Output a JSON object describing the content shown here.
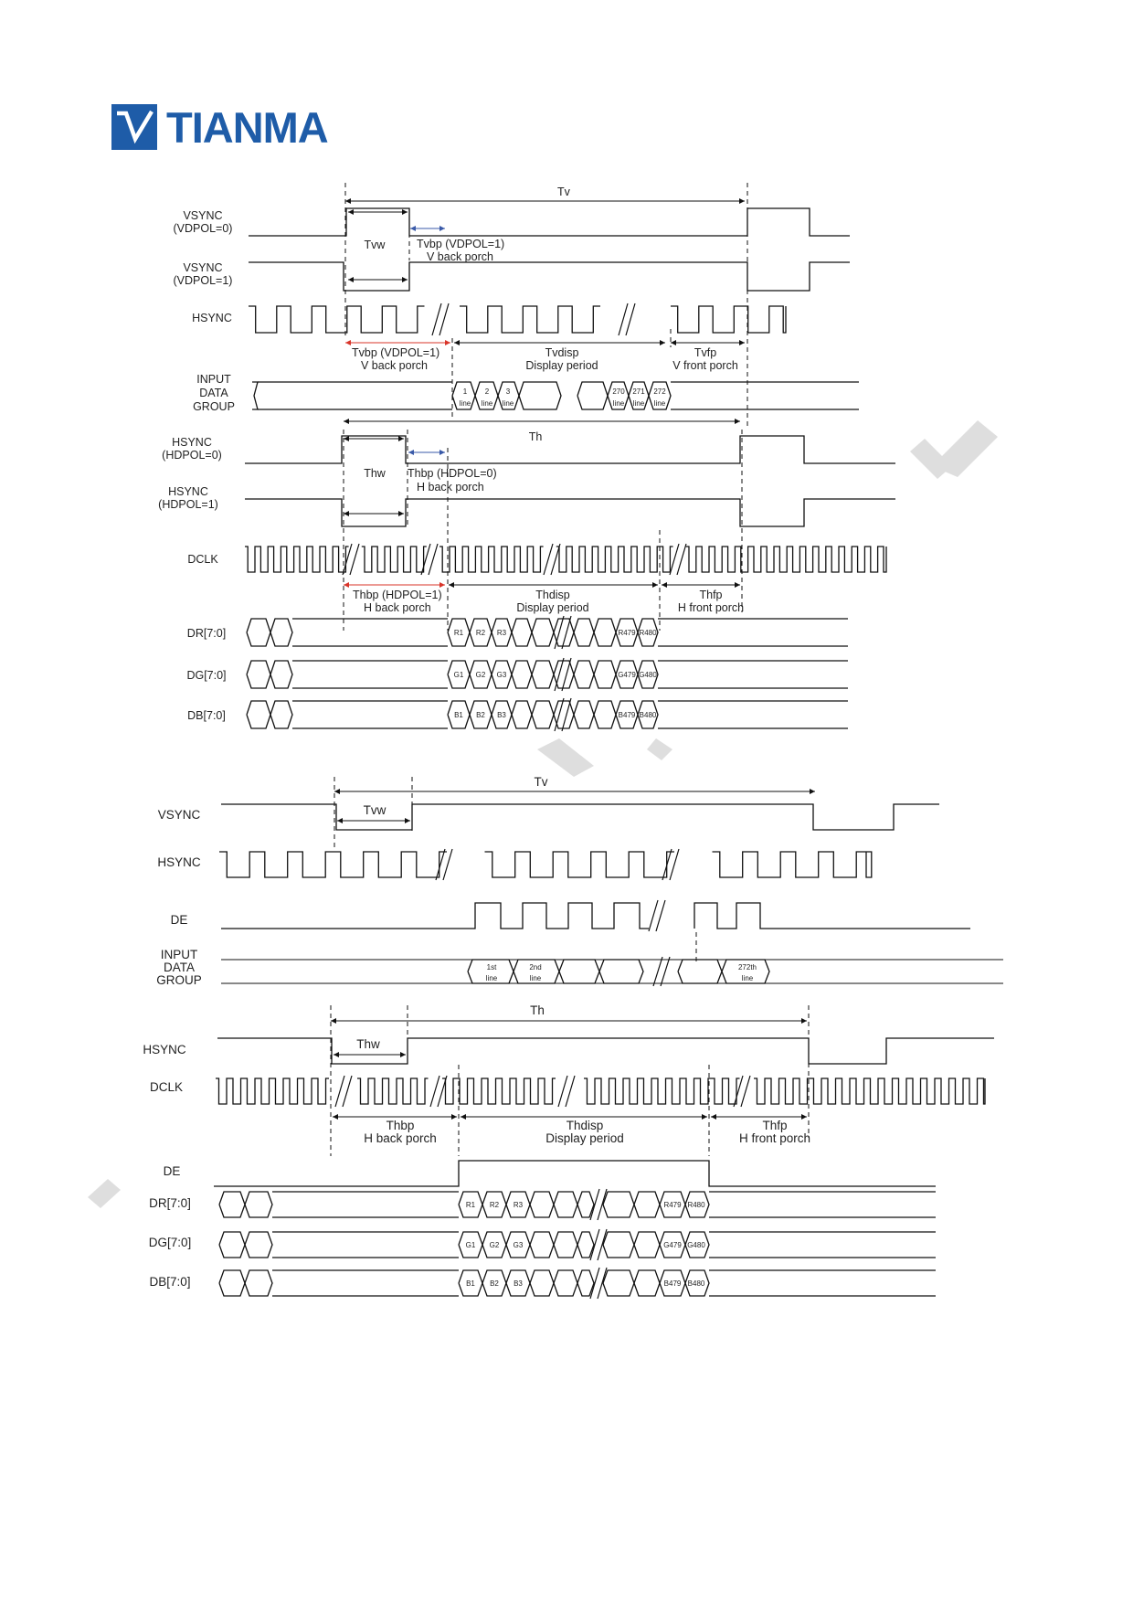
{
  "brand": {
    "name": "TIANMA",
    "color": "#1e5ca8",
    "icon": "tianma-logo-icon"
  },
  "colors": {
    "blue_label": "#3a5aa8",
    "red_label": "#d8352a",
    "line": "#111111",
    "watermark": "#dedede"
  },
  "diagram1": {
    "signals": {
      "vsync_vdpol0": [
        "VSYNC",
        "(VDPOL=0)"
      ],
      "vsync_vdpol1": [
        "VSYNC",
        "(VDPOL=1)"
      ],
      "hsync": "HSYNC",
      "input_data_group": [
        "INPUT",
        "DATA",
        "GROUP"
      ],
      "hsync_hdpol0": [
        "HSYNC",
        "(HDPOL=0)"
      ],
      "hsync_hdpol1": [
        "HSYNC",
        "(HDPOL=1)"
      ],
      "dclk": "DCLK",
      "dr": "DR[7:0]",
      "dg": "DG[7:0]",
      "db": "DB[7:0]"
    },
    "annotations": {
      "tv": "Tv",
      "tvw": "Tvw",
      "tvbp_top": [
        "Tvbp (VDPOL=1)",
        "V back porch"
      ],
      "tvbp_bottom": [
        "Tvbp (VDPOL=1)",
        "V back porch"
      ],
      "tvdisp": [
        "Tvdisp",
        "Display period"
      ],
      "tvfp": [
        "Tvfp",
        "V front porch"
      ],
      "th": "Th",
      "thw": "Thw",
      "thbp_top": [
        "Thbp (HDPOL=0)",
        "H back porch"
      ],
      "thbp_bottom": [
        "Thbp (HDPOL=1)",
        "H back porch"
      ],
      "thdisp": [
        "Thdisp",
        "Display period"
      ],
      "thfp": [
        "Thfp",
        "H front porch"
      ]
    },
    "lines": [
      [
        "1",
        "line"
      ],
      [
        "2",
        "line"
      ],
      [
        "3",
        "line"
      ],
      [
        "270",
        "line"
      ],
      [
        "271",
        "line"
      ],
      [
        "272",
        "line"
      ]
    ],
    "red_cells": [
      "R1",
      "R2",
      "R3",
      "R479",
      "R480"
    ],
    "green_cells": [
      "G1",
      "G2",
      "G3",
      "G479",
      "G480"
    ],
    "blue_cells": [
      "B1",
      "B2",
      "B3",
      "B479",
      "B480"
    ]
  },
  "diagram2": {
    "signals": {
      "vsync": "VSYNC",
      "hsync": "HSYNC",
      "de": "DE",
      "input_data_group": [
        "INPUT",
        "DATA",
        "GROUP"
      ],
      "hsync2": "HSYNC",
      "dclk": "DCLK",
      "de2": "DE",
      "dr": "DR[7:0]",
      "dg": "DG[7:0]",
      "db": "DB[7:0]"
    },
    "annotations": {
      "tv": "Tv",
      "tvw": "Tvw",
      "th": "Th",
      "thw": "Thw",
      "thbp": [
        "Thbp",
        "H back porch"
      ],
      "thdisp": [
        "Thdisp",
        "Display period"
      ],
      "thfp": [
        "Thfp",
        "H front porch"
      ]
    },
    "lines": [
      [
        "1st",
        "line"
      ],
      [
        "2nd",
        "line"
      ],
      [
        "272th",
        "line"
      ]
    ],
    "red_cells": [
      "R1",
      "R2",
      "R3",
      "R479",
      "R480"
    ],
    "green_cells": [
      "G1",
      "G2",
      "G3",
      "G479",
      "G480"
    ],
    "blue_cells": [
      "B1",
      "B2",
      "B3",
      "B479",
      "B480"
    ]
  }
}
